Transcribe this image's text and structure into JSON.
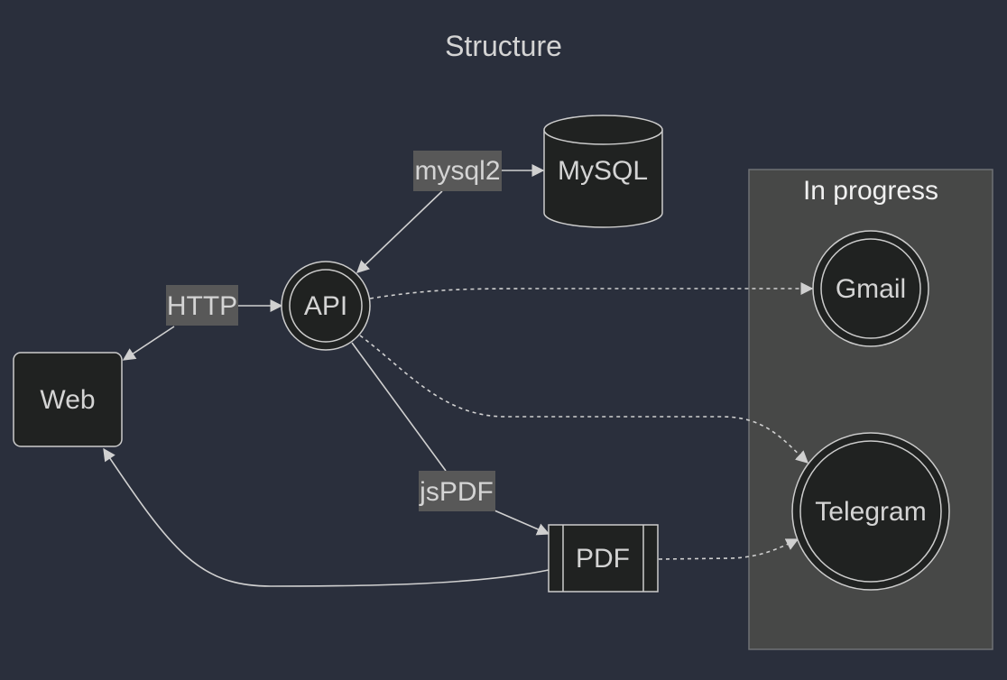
{
  "diagram": {
    "title": "Structure",
    "type": "flowchart",
    "colors": {
      "background": "#2a2f3c",
      "node_fill": "#202221",
      "node_stroke": "#cccccc",
      "text": "#d4d4d4",
      "edge_label_bg": "#585858",
      "subgraph_fill": "#474847",
      "subgraph_stroke": "#6e7075"
    },
    "nodes": {
      "web": {
        "label": "Web",
        "shape": "rounded-rect"
      },
      "api": {
        "label": "API",
        "shape": "double-circle"
      },
      "mysql": {
        "label": "MySQL",
        "shape": "cylinder"
      },
      "pdf": {
        "label": "PDF",
        "shape": "subroutine"
      },
      "gmail": {
        "label": "Gmail",
        "shape": "double-circle"
      },
      "telegram": {
        "label": "Telegram",
        "shape": "double-circle"
      }
    },
    "subgraph": {
      "label": "In progress",
      "members": [
        "Gmail",
        "Telegram"
      ]
    },
    "edges": [
      {
        "from": "Web",
        "to": "API",
        "label": "HTTP",
        "style": "solid",
        "arrows": "both"
      },
      {
        "from": "API",
        "to": "MySQL",
        "label": "mysql2",
        "style": "solid",
        "arrows": "both"
      },
      {
        "from": "API",
        "to": "PDF",
        "label": "jsPDF",
        "style": "solid",
        "arrows": "end"
      },
      {
        "from": "PDF",
        "to": "Web",
        "label": "",
        "style": "solid",
        "arrows": "end"
      },
      {
        "from": "API",
        "to": "Gmail",
        "label": "",
        "style": "dotted",
        "arrows": "end"
      },
      {
        "from": "API",
        "to": "Telegram",
        "label": "",
        "style": "dotted",
        "arrows": "end"
      },
      {
        "from": "PDF",
        "to": "Telegram",
        "label": "",
        "style": "dotted",
        "arrows": "end"
      }
    ]
  }
}
